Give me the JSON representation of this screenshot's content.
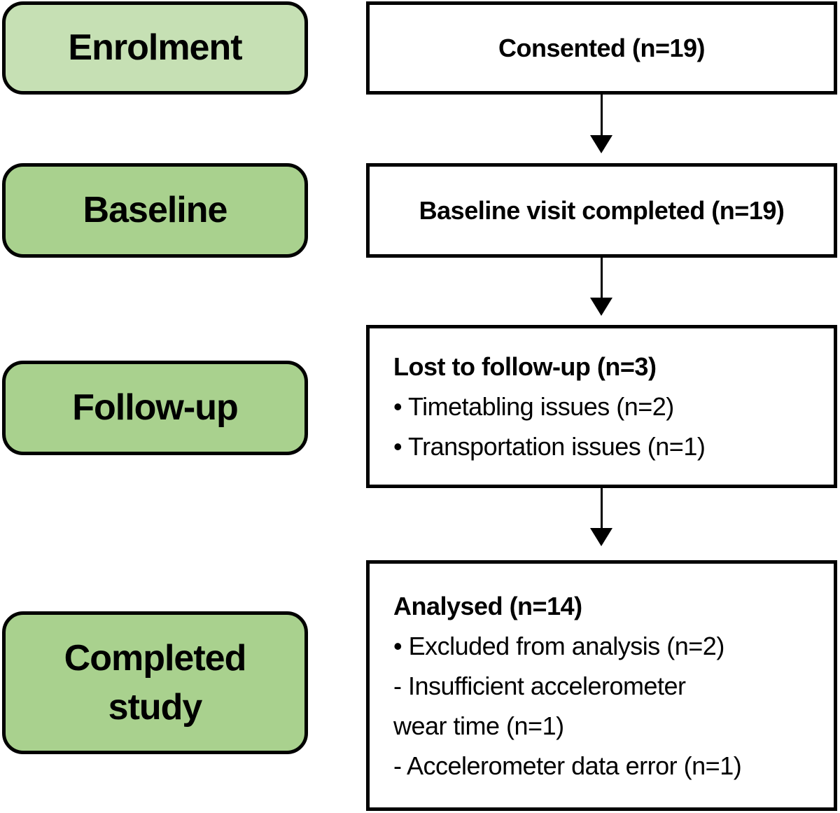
{
  "colors": {
    "stage_fill_light": "#c6e0b4",
    "stage_fill_medium": "#a9d18e",
    "border": "#000000",
    "box_background": "#ffffff",
    "text": "#000000",
    "arrow": "#000000"
  },
  "stages": [
    {
      "label": "Enrolment",
      "fill": "#c6e0b4"
    },
    {
      "label": "Baseline",
      "fill": "#a9d18e"
    },
    {
      "label": "Follow-up",
      "fill": "#a9d18e"
    },
    {
      "label": "Completed study",
      "fill": "#a9d18e"
    }
  ],
  "flow_boxes": [
    {
      "heading": "Consented (n=19)",
      "lines": []
    },
    {
      "heading": "Baseline visit completed (n=19)",
      "lines": []
    },
    {
      "heading": "Lost to follow-up (n=3)",
      "lines": [
        "• Timetabling issues (n=2)",
        "• Transportation issues (n=1)"
      ]
    },
    {
      "heading": "Analysed (n=14)",
      "lines": [
        "• Excluded from analysis (n=2)",
        "- Insufficient accelerometer",
        "wear time (n=1)",
        "- Accelerometer data error (n=1)"
      ]
    }
  ]
}
